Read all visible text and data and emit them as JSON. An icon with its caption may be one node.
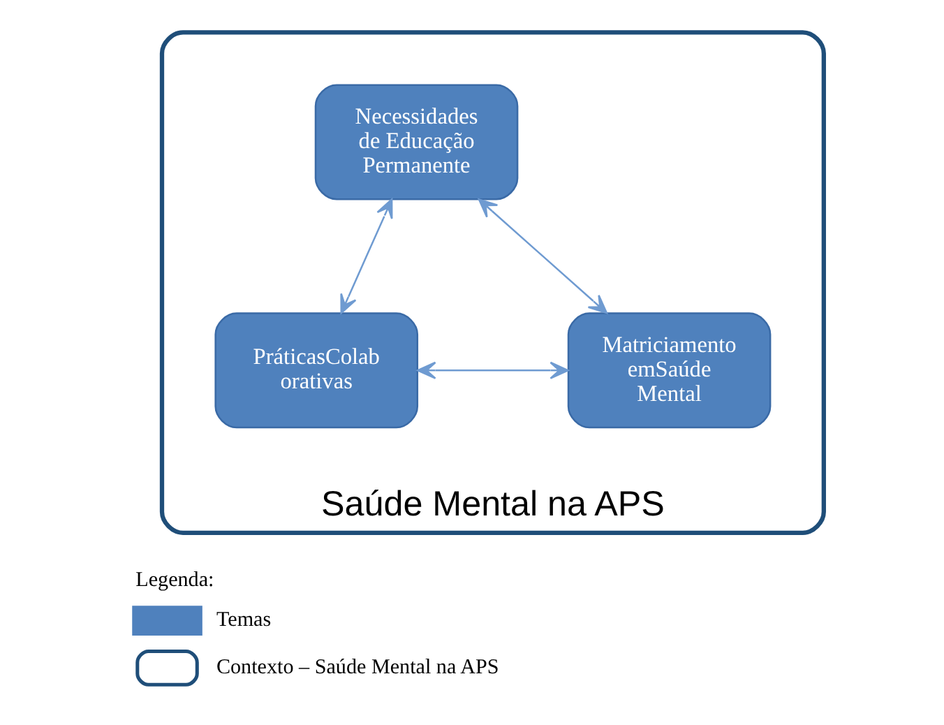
{
  "diagram": {
    "nodes": [
      {
        "text": [
          "Saúde Mental na APS"
        ]
      },
      {
        "text": [
          "Necessidades de Educação Permanente"
        ],
        "in": 0
      },
      {
        "text": [
          "PráticasColab orativas"
        ],
        "in": 0
      },
      {
        "text": [
          "Matriciamento emSaúde Mental"
        ],
        "in": 0
      }
    ],
    "edges": [
      {
        "from": 1,
        "to": 2,
        "arrow": "both"
      },
      {
        "from": 1,
        "to": 3,
        "arrow": "both"
      },
      {
        "from": 2,
        "to": 3,
        "arrow": "both"
      }
    ],
    "labels": [
      "Legenda:"
    ],
    "legend": [
      {
        "text": "Temas",
        "color": "#4f81bd"
      },
      {
        "text": "Contexto – Saúde Mental na APS"
      }
    ]
  }
}
